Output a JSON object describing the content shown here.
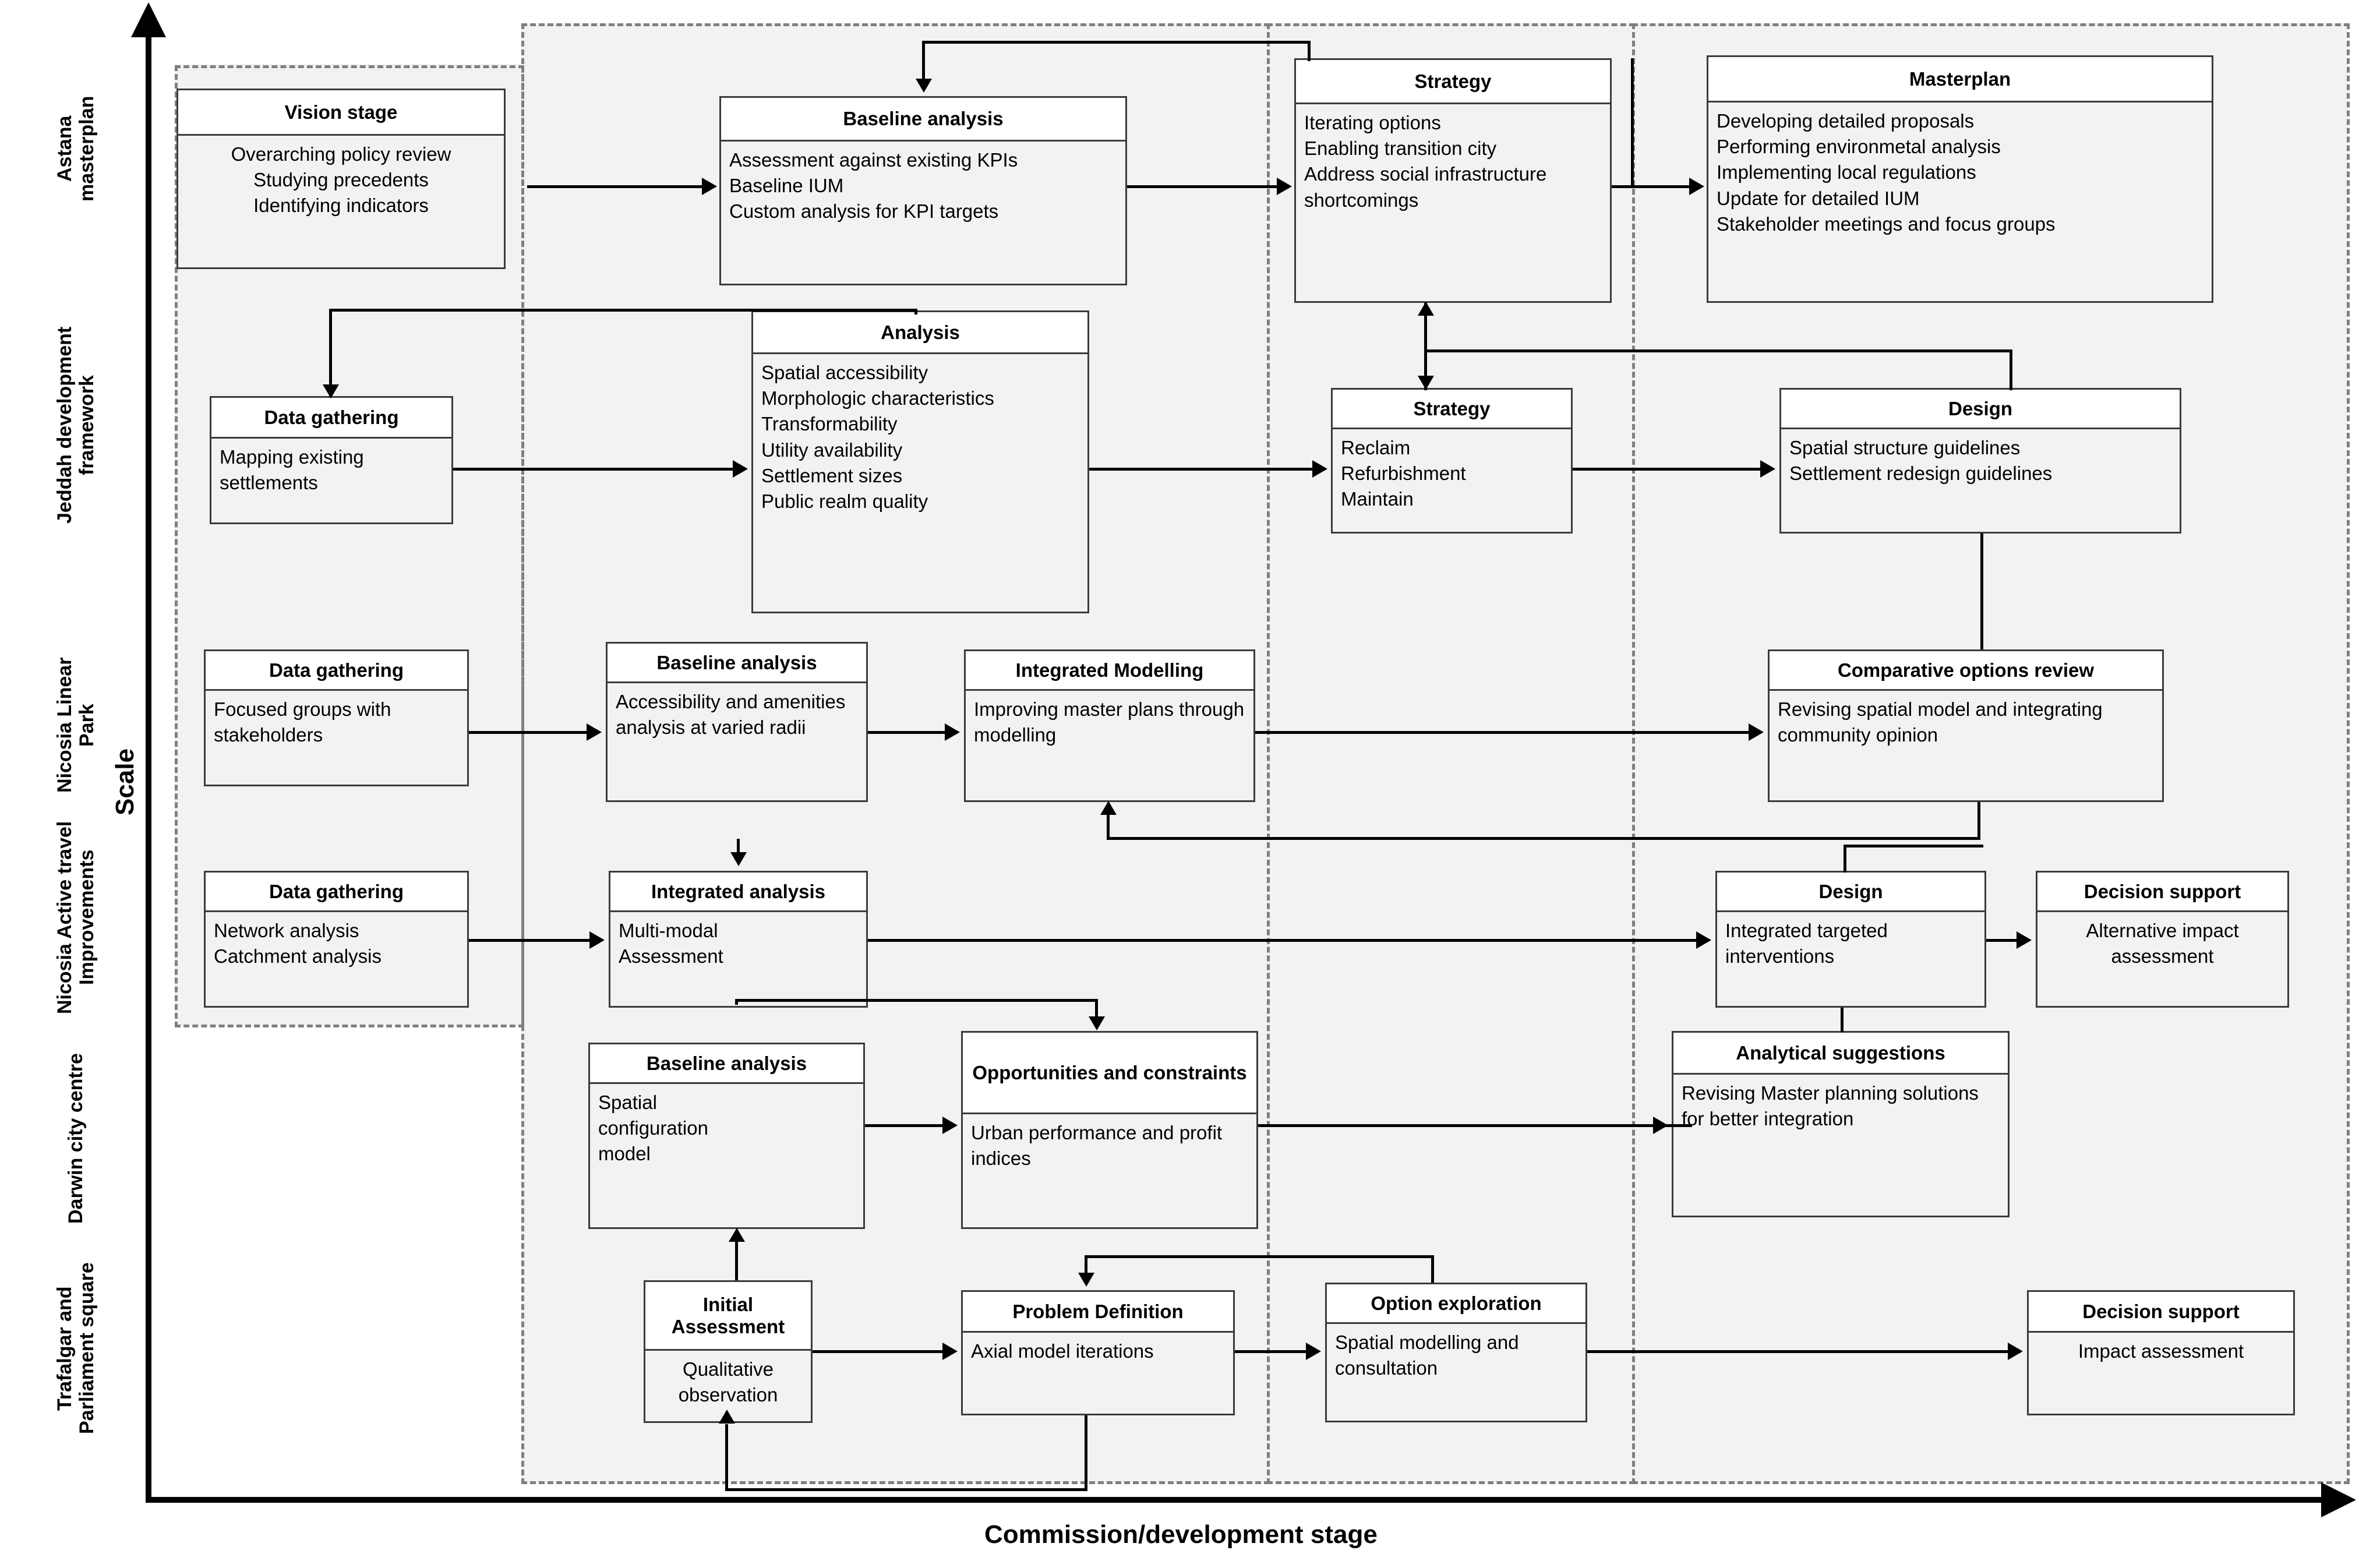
{
  "figure": {
    "x_axis_label": "Commission/development stage",
    "y_axis_label": "Scale"
  },
  "rows": [
    {
      "id": "astana",
      "label": "Astana\nmasterplan"
    },
    {
      "id": "jeddah",
      "label": "Jeddah\ndevelopment\nframework"
    },
    {
      "id": "nicosia_park",
      "label": "Nicosia\nLinear\nPark"
    },
    {
      "id": "nicosia_travel",
      "label": "Nicosia Active\ntravel\nImprovements"
    },
    {
      "id": "darwin",
      "label": "Darwin\ncity\ncentre"
    },
    {
      "id": "trafalgar",
      "label": "Trafalgar and\nParliament\nsquare"
    }
  ],
  "nodes": {
    "astana_vision": {
      "title": "Vision stage",
      "lines": [
        "Overarching policy review",
        "Studying precedents",
        "Identifying indicators"
      ]
    },
    "astana_baseline": {
      "title": "Baseline analysis",
      "lines": [
        "Assessment against existing KPIs",
        "Baseline IUM",
        "Custom analysis for KPI targets"
      ]
    },
    "astana_strategy": {
      "title": "Strategy",
      "lines": [
        "Iterating options",
        "Enabling transition city",
        "Address social infrastructure shortcomings"
      ]
    },
    "astana_masterplan": {
      "title": "Masterplan",
      "lines": [
        "Developing detailed proposals",
        "Performing environmetal analysis",
        "Implementing local regulations",
        "Update for detailed IUM",
        "Stakeholder meetings and focus groups"
      ]
    },
    "jeddah_data": {
      "title": "Data gathering",
      "lines": [
        "Mapping existing settlements"
      ]
    },
    "jeddah_analysis": {
      "title": "Analysis",
      "lines": [
        "Spatial accessibility",
        "Morphologic characteristics",
        "Transformability",
        "Utility availability",
        "Settlement sizes",
        "Public realm quality"
      ]
    },
    "jeddah_strategy": {
      "title": "Strategy",
      "lines": [
        "Reclaim",
        "Refurbishment",
        "Maintain"
      ]
    },
    "jeddah_design": {
      "title": "Design",
      "lines": [
        "Spatial structure guidelines",
        "Settlement redesign guidelines"
      ]
    },
    "park_data": {
      "title": "Data gathering",
      "lines": [
        "Focused groups with stakeholders"
      ]
    },
    "park_baseline": {
      "title": "Baseline analysis",
      "lines": [
        "Accessibility and amenities analysis at varied radii"
      ]
    },
    "park_modelling": {
      "title": "Integrated Modelling",
      "lines": [
        "Improving master plans through modelling"
      ]
    },
    "park_review": {
      "title": "Comparative options review",
      "lines": [
        "Revising spatial model and integrating community opinion"
      ]
    },
    "travel_data": {
      "title": "Data gathering",
      "lines": [
        "Network analysis",
        "Catchment analysis"
      ]
    },
    "travel_analysis": {
      "title": "Integrated analysis",
      "lines": [
        "Multi-modal",
        "Assessment"
      ]
    },
    "travel_design": {
      "title": "Design",
      "lines": [
        "Integrated targeted interventions"
      ]
    },
    "travel_decision": {
      "title": "Decision support",
      "lines": [
        "Alternative impact assessment"
      ]
    },
    "darwin_baseline": {
      "title": "Baseline analysis",
      "lines": [
        "Spatial",
        "configuration",
        "model"
      ]
    },
    "darwin_opps": {
      "title": "Opportunities and constraints",
      "lines": [
        "Urban performance and profit indices"
      ]
    },
    "darwin_suggest": {
      "title": "Analytical suggestions",
      "lines": [
        "Revising Master planning solutions for better integration"
      ]
    },
    "traf_initial": {
      "title": "Initial Assessment",
      "lines": [
        "Qualitative observation"
      ]
    },
    "traf_problem": {
      "title": "Problem Definition",
      "lines": [
        "Axial model iterations"
      ]
    },
    "traf_option": {
      "title": "Option exploration",
      "lines": [
        "Spatial modelling and consultation"
      ]
    },
    "traf_decision": {
      "title": "Decision support",
      "lines": [
        "Impact assessment"
      ]
    }
  }
}
